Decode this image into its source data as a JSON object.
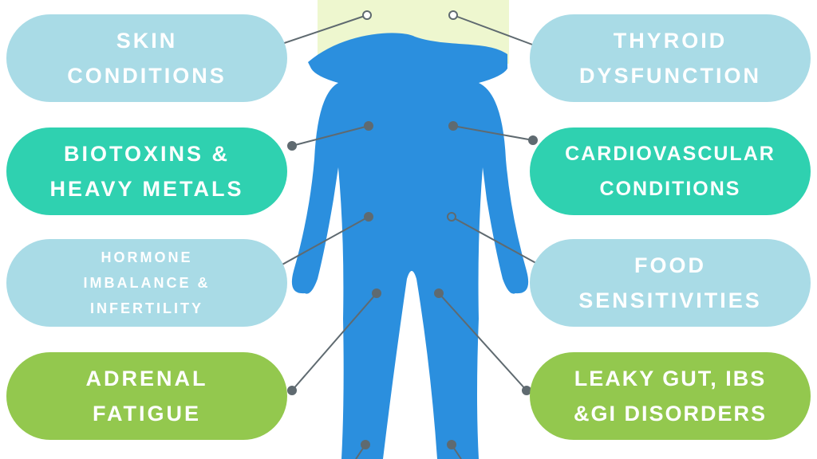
{
  "colors": {
    "body_fill": "#2b8fde",
    "head_highlight": "#eef7cf",
    "connector": "#5f6a70",
    "text": "#ffffff"
  },
  "labels": {
    "skin": {
      "lines": [
        "SKIN",
        "CONDITIONS"
      ],
      "color": "#a9dbe6"
    },
    "biotoxins": {
      "lines": [
        "BIOTOXINS &",
        "HEAVY METALS"
      ],
      "color": "#2fd1b0"
    },
    "hormone": {
      "lines": [
        "HORMONE",
        "IMBALANCE &",
        "INFERTILITY"
      ],
      "color": "#a9dbe6"
    },
    "adrenal": {
      "lines": [
        "ADRENAL",
        "FATIGUE"
      ],
      "color": "#93c84e"
    },
    "thyroid": {
      "lines": [
        "THYROID",
        "DYSFUNCTION"
      ],
      "color": "#a9dbe6"
    },
    "cardio": {
      "lines": [
        "CARDIOVASCULAR",
        "CONDITIONS"
      ],
      "color": "#2fd1b0"
    },
    "food": {
      "lines": [
        "FOOD",
        "SENSITIVITIES"
      ],
      "color": "#a9dbe6"
    },
    "gut": {
      "lines": [
        "LEAKY GUT, IBS",
        "&GI DISORDERS"
      ],
      "color": "#93c84e"
    }
  }
}
